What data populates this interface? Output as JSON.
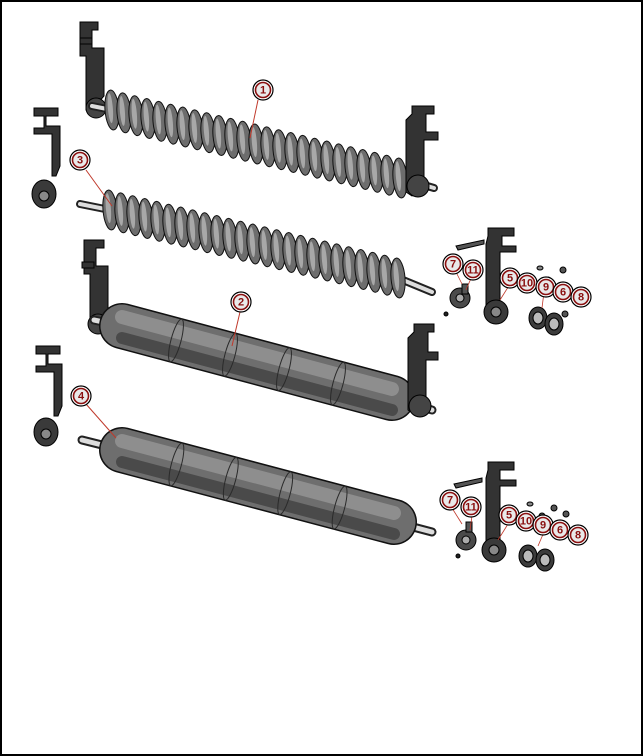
{
  "diagram": {
    "callouts": [
      {
        "id": "c1",
        "label": "1"
      },
      {
        "id": "c2",
        "label": "2"
      },
      {
        "id": "c3",
        "label": "3"
      },
      {
        "id": "c4",
        "label": "4"
      },
      {
        "id": "c7a",
        "label": "7"
      },
      {
        "id": "c11a",
        "label": "11"
      },
      {
        "id": "c5a",
        "label": "5"
      },
      {
        "id": "c10a",
        "label": "10"
      },
      {
        "id": "c9a",
        "label": "9"
      },
      {
        "id": "c6a",
        "label": "6"
      },
      {
        "id": "c8a",
        "label": "8"
      },
      {
        "id": "c7b",
        "label": "7"
      },
      {
        "id": "c11b",
        "label": "11"
      },
      {
        "id": "c5b",
        "label": "5"
      },
      {
        "id": "c10b",
        "label": "10"
      },
      {
        "id": "c9b",
        "label": "9"
      },
      {
        "id": "c6b",
        "label": "6"
      },
      {
        "id": "c8b",
        "label": "8"
      }
    ],
    "colors": {
      "part_dark": "#2b2b2b",
      "part_mid": "#6e6e6e",
      "part_light": "#9a9a9a",
      "callout_ring": "#8a0f0f",
      "leader": "#c0392b"
    }
  }
}
